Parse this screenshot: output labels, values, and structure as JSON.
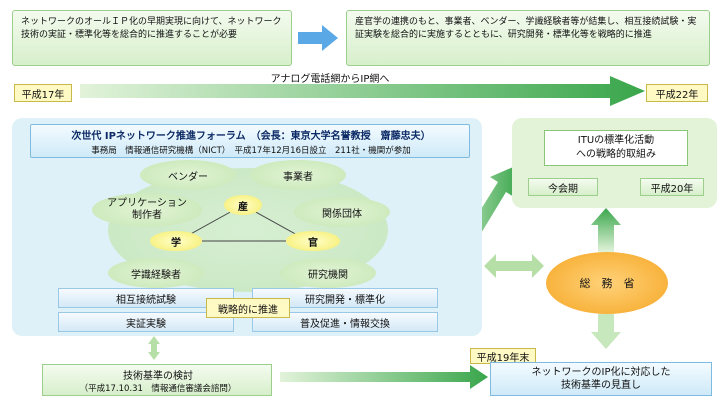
{
  "top": {
    "left_text": "ネットワークのオールＩＰ化の早期実現に向けて、ネットワーク技術の実証・標準化等を総合的に推進することが必要",
    "right_text": "産官学の連携のもと、事業者、ベンダー、学識経験者等が結集し、相互接続試験・実証実験を総合的に実施するとともに、研究開発・標準化等を戦略的に推進"
  },
  "timeline": {
    "start": "平成17年",
    "end": "平成22年",
    "arrow_label": "アナログ電話網からIP網へ"
  },
  "forum": {
    "title": "次世代 IPネットワーク推進フォーラム　（会長：東京大学名誉教授　齋藤忠夫）",
    "subtitle": "事務局　情報通信研究機構（NICT）　平成17年12月16日設立　211社・機関が参加",
    "members": {
      "vendor": "ベンダー",
      "operator": "事業者",
      "app_maker": "アプリケーション\n制作者",
      "related_org": "関係団体",
      "academic": "学識経験者",
      "research": "研究機関"
    },
    "triangle": {
      "industry": "産",
      "academia": "学",
      "government": "官"
    },
    "activities": {
      "interop": "相互接続試験",
      "strategic": "戦略的に推進",
      "rnd": "研究開発・標準化",
      "demo": "実証実験",
      "promotion": "普及促進・情報交換"
    }
  },
  "itu": {
    "title": "ITUの標準化活動\nへの戦略的取組み",
    "current": "今会期",
    "target": "平成20年"
  },
  "ministry": {
    "label": "総　務　省"
  },
  "tech": {
    "title": "技術基準の検討",
    "sub": "（平成17.10.31　情報通信審議会諮問）"
  },
  "review": {
    "tag": "平成19年末",
    "text": "ネットワークのIP化に対応した\n技術基準の見直し"
  },
  "colors": {
    "green_arrow": "#3aa64a",
    "blue_arrow": "#5aa9e6",
    "orange": "#f5a623"
  }
}
